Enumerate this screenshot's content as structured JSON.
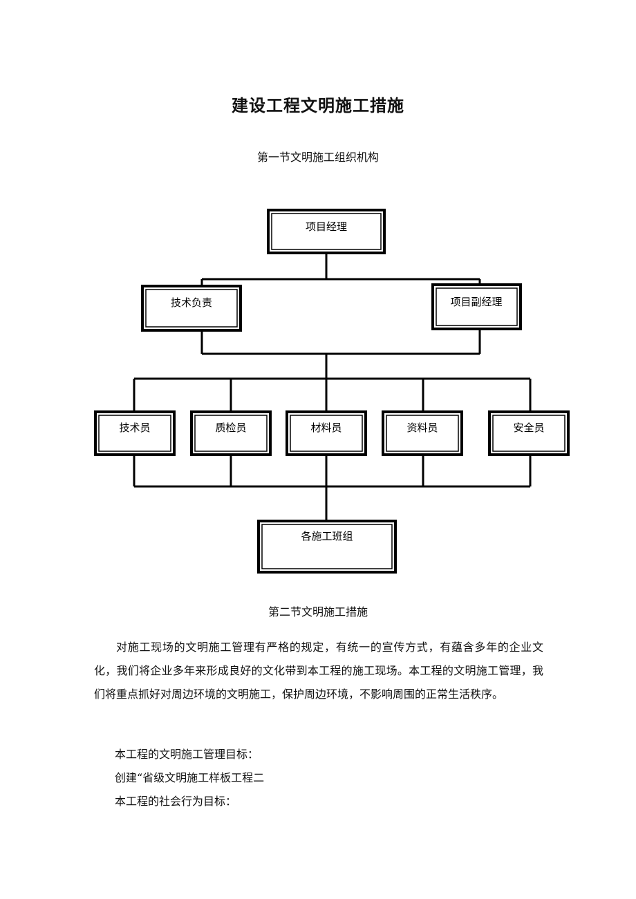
{
  "document": {
    "title": "建设工程文明施工措施",
    "section1": "第一节文明施工组织机构",
    "section2": "第二节文明施工措施",
    "paragraph1": "对施工现场的文明施工管理有严格的规定，有统一的宣传方式，有蕴含多年的企业文化，我们将企业多年来形成良好的文化带到本工程的施工现场。本工程的文明施工管理，我们将重点抓好对周边环境的文明施工，保护周边环境，不影响周围的正常生活秩序。",
    "line1": "本工程的文明施工管理目标：",
    "line2": "创建“省级文明施工样板工程二",
    "line3": "本工程的社会行为目标："
  },
  "org_chart": {
    "top": "项目经理",
    "level2": [
      "技术负责",
      "项目副经理"
    ],
    "level3": [
      "技术员",
      "质检员",
      "材料员",
      "资料员",
      "安全员"
    ],
    "bottom": "各施工班组"
  }
}
